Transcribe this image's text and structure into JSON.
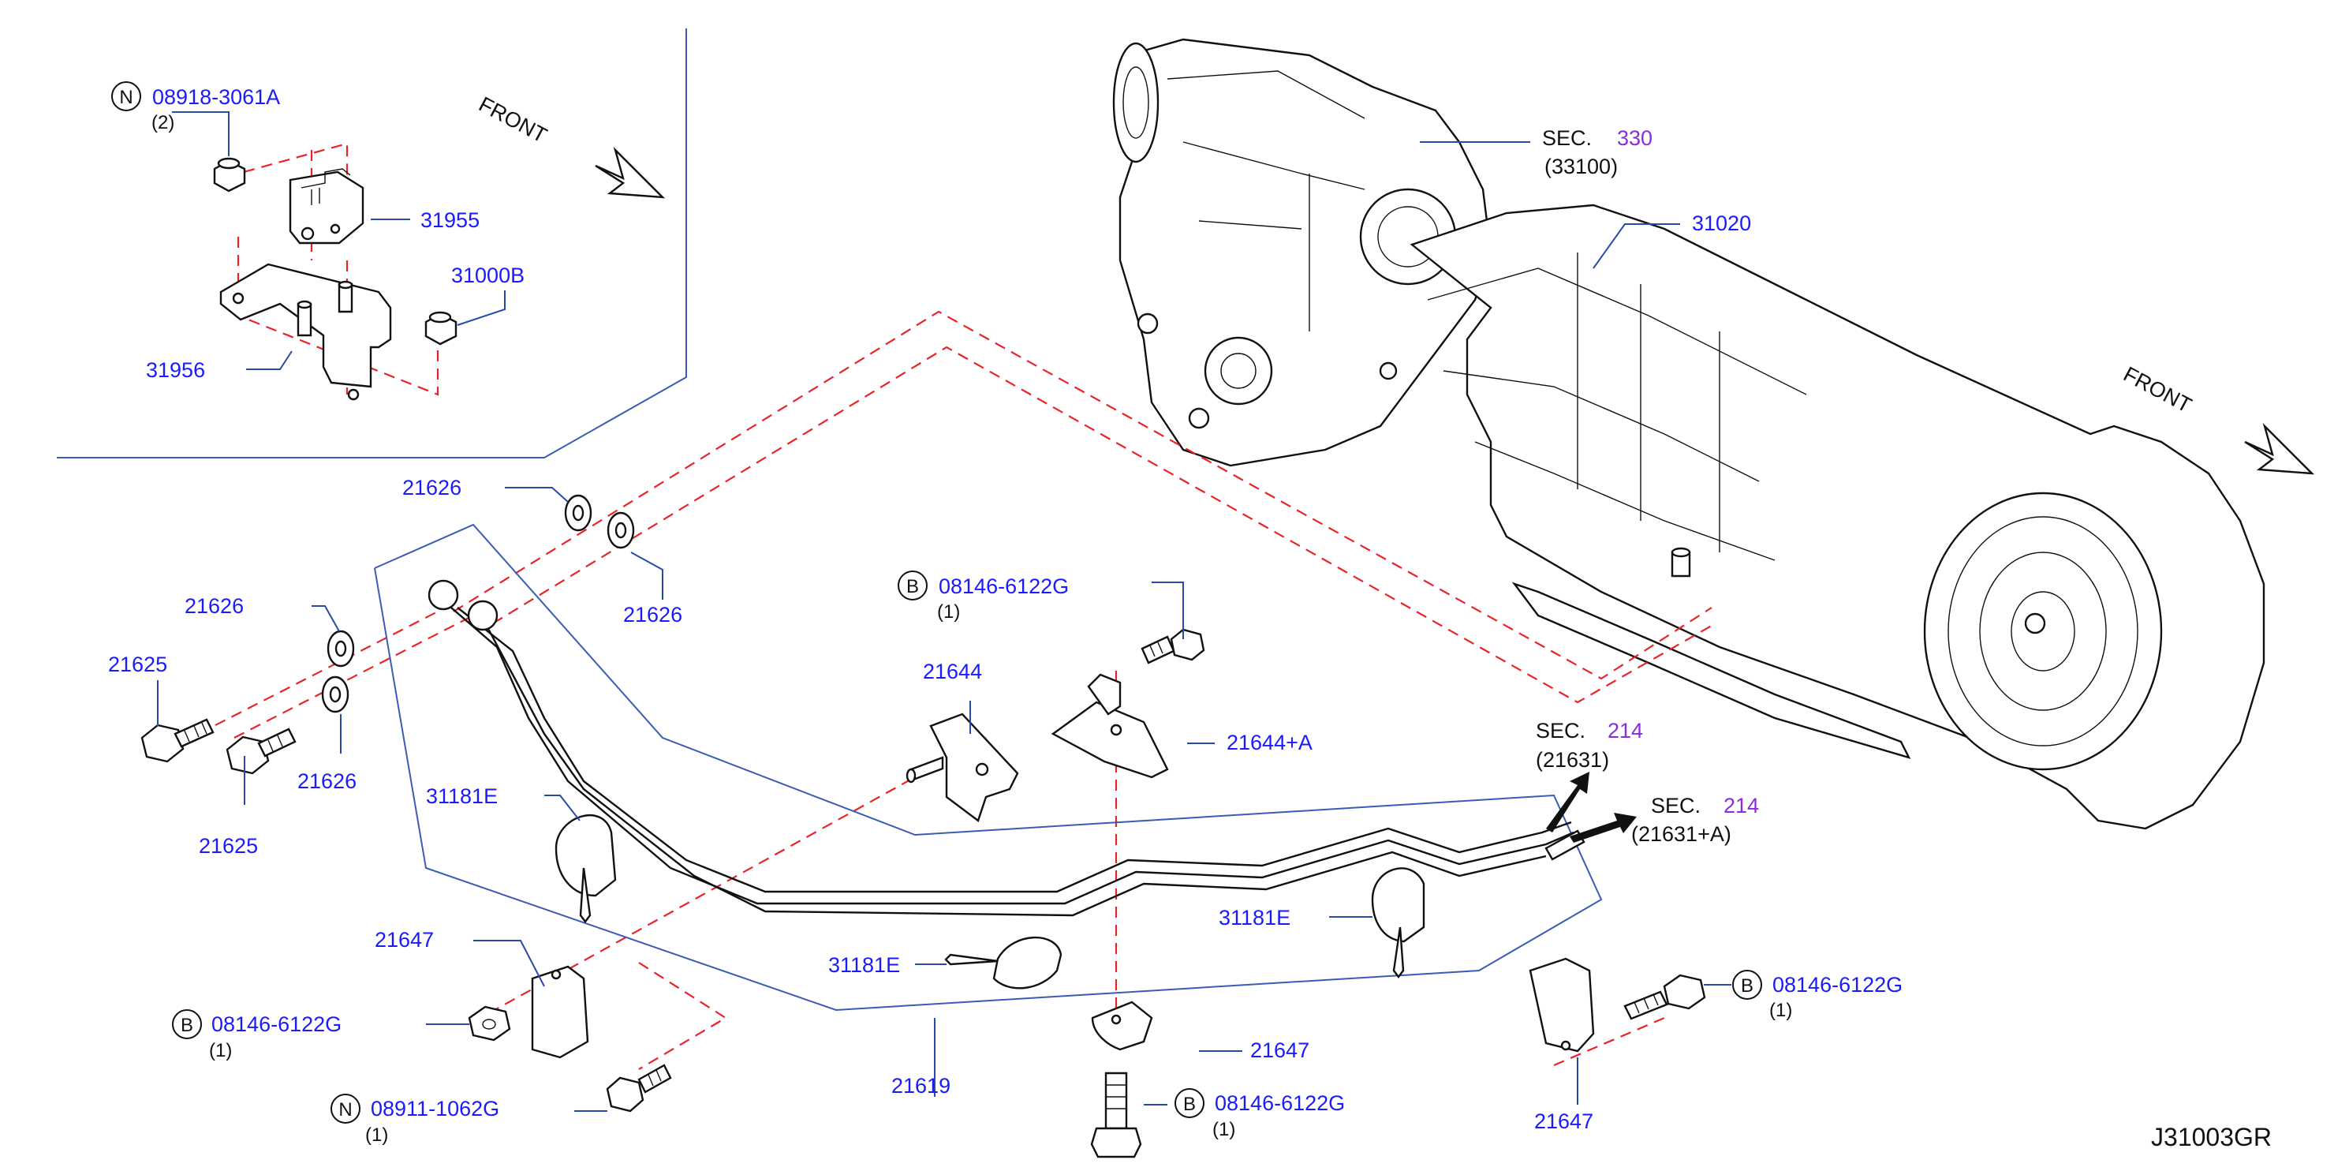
{
  "colors": {
    "label": "#1a1aff",
    "section_number": "#8a2be2",
    "leader": "#2a4aa8",
    "dashed_guide": "#e8242a",
    "ink": "#111111"
  },
  "inset": {
    "front_text": "FRONT",
    "nut_symbol": "N",
    "nut_part": "08918-3061A",
    "nut_qty": "(2)",
    "sensor_part": "31955",
    "nut_b_part": "31000B",
    "bracket_part": "31956"
  },
  "main": {
    "front_text": "FRONT",
    "transfer_sec_prefix": "SEC.",
    "transfer_sec_no": "330",
    "transfer_sec_ref": "(33100)",
    "transmission_part": "31020",
    "hose_sec_a_prefix": "SEC.",
    "hose_sec_a_no": "214",
    "hose_sec_a_ref": "(21631)",
    "hose_sec_b_prefix": "SEC.",
    "hose_sec_b_no": "214",
    "hose_sec_b_ref": "(21631+A)",
    "washer_1": "21626",
    "washer_2": "21626",
    "washer_3": "21626",
    "washer_4": "21626",
    "bolt_1": "21625",
    "bolt_2": "21625",
    "bracket_21644": "21644",
    "bracket_21644a": "21644+A",
    "bolt_b_symbol": "B",
    "bolt_b_part": "08146-6122G",
    "bolt_b_qty": "(1)",
    "clip_left": "31181E",
    "clip_mid": "31181E",
    "clip_right": "31181E",
    "clamp_left": "21647",
    "clamp_mid": "21647",
    "clamp_right": "21647",
    "tube_assy": "21619",
    "bolt_left_symbol": "B",
    "bolt_left_part": "08146-6122G",
    "bolt_left_qty": "(1)",
    "nut_n_symbol": "N",
    "nut_n_part": "08911-1062G",
    "nut_n_qty": "(1)",
    "bolt_mid_symbol": "B",
    "bolt_mid_part": "08146-6122G",
    "bolt_mid_qty": "(1)",
    "bolt_right_symbol": "B",
    "bolt_right_part": "08146-6122G",
    "bolt_right_qty": "(1)",
    "diagram_code": "J31003GR"
  }
}
